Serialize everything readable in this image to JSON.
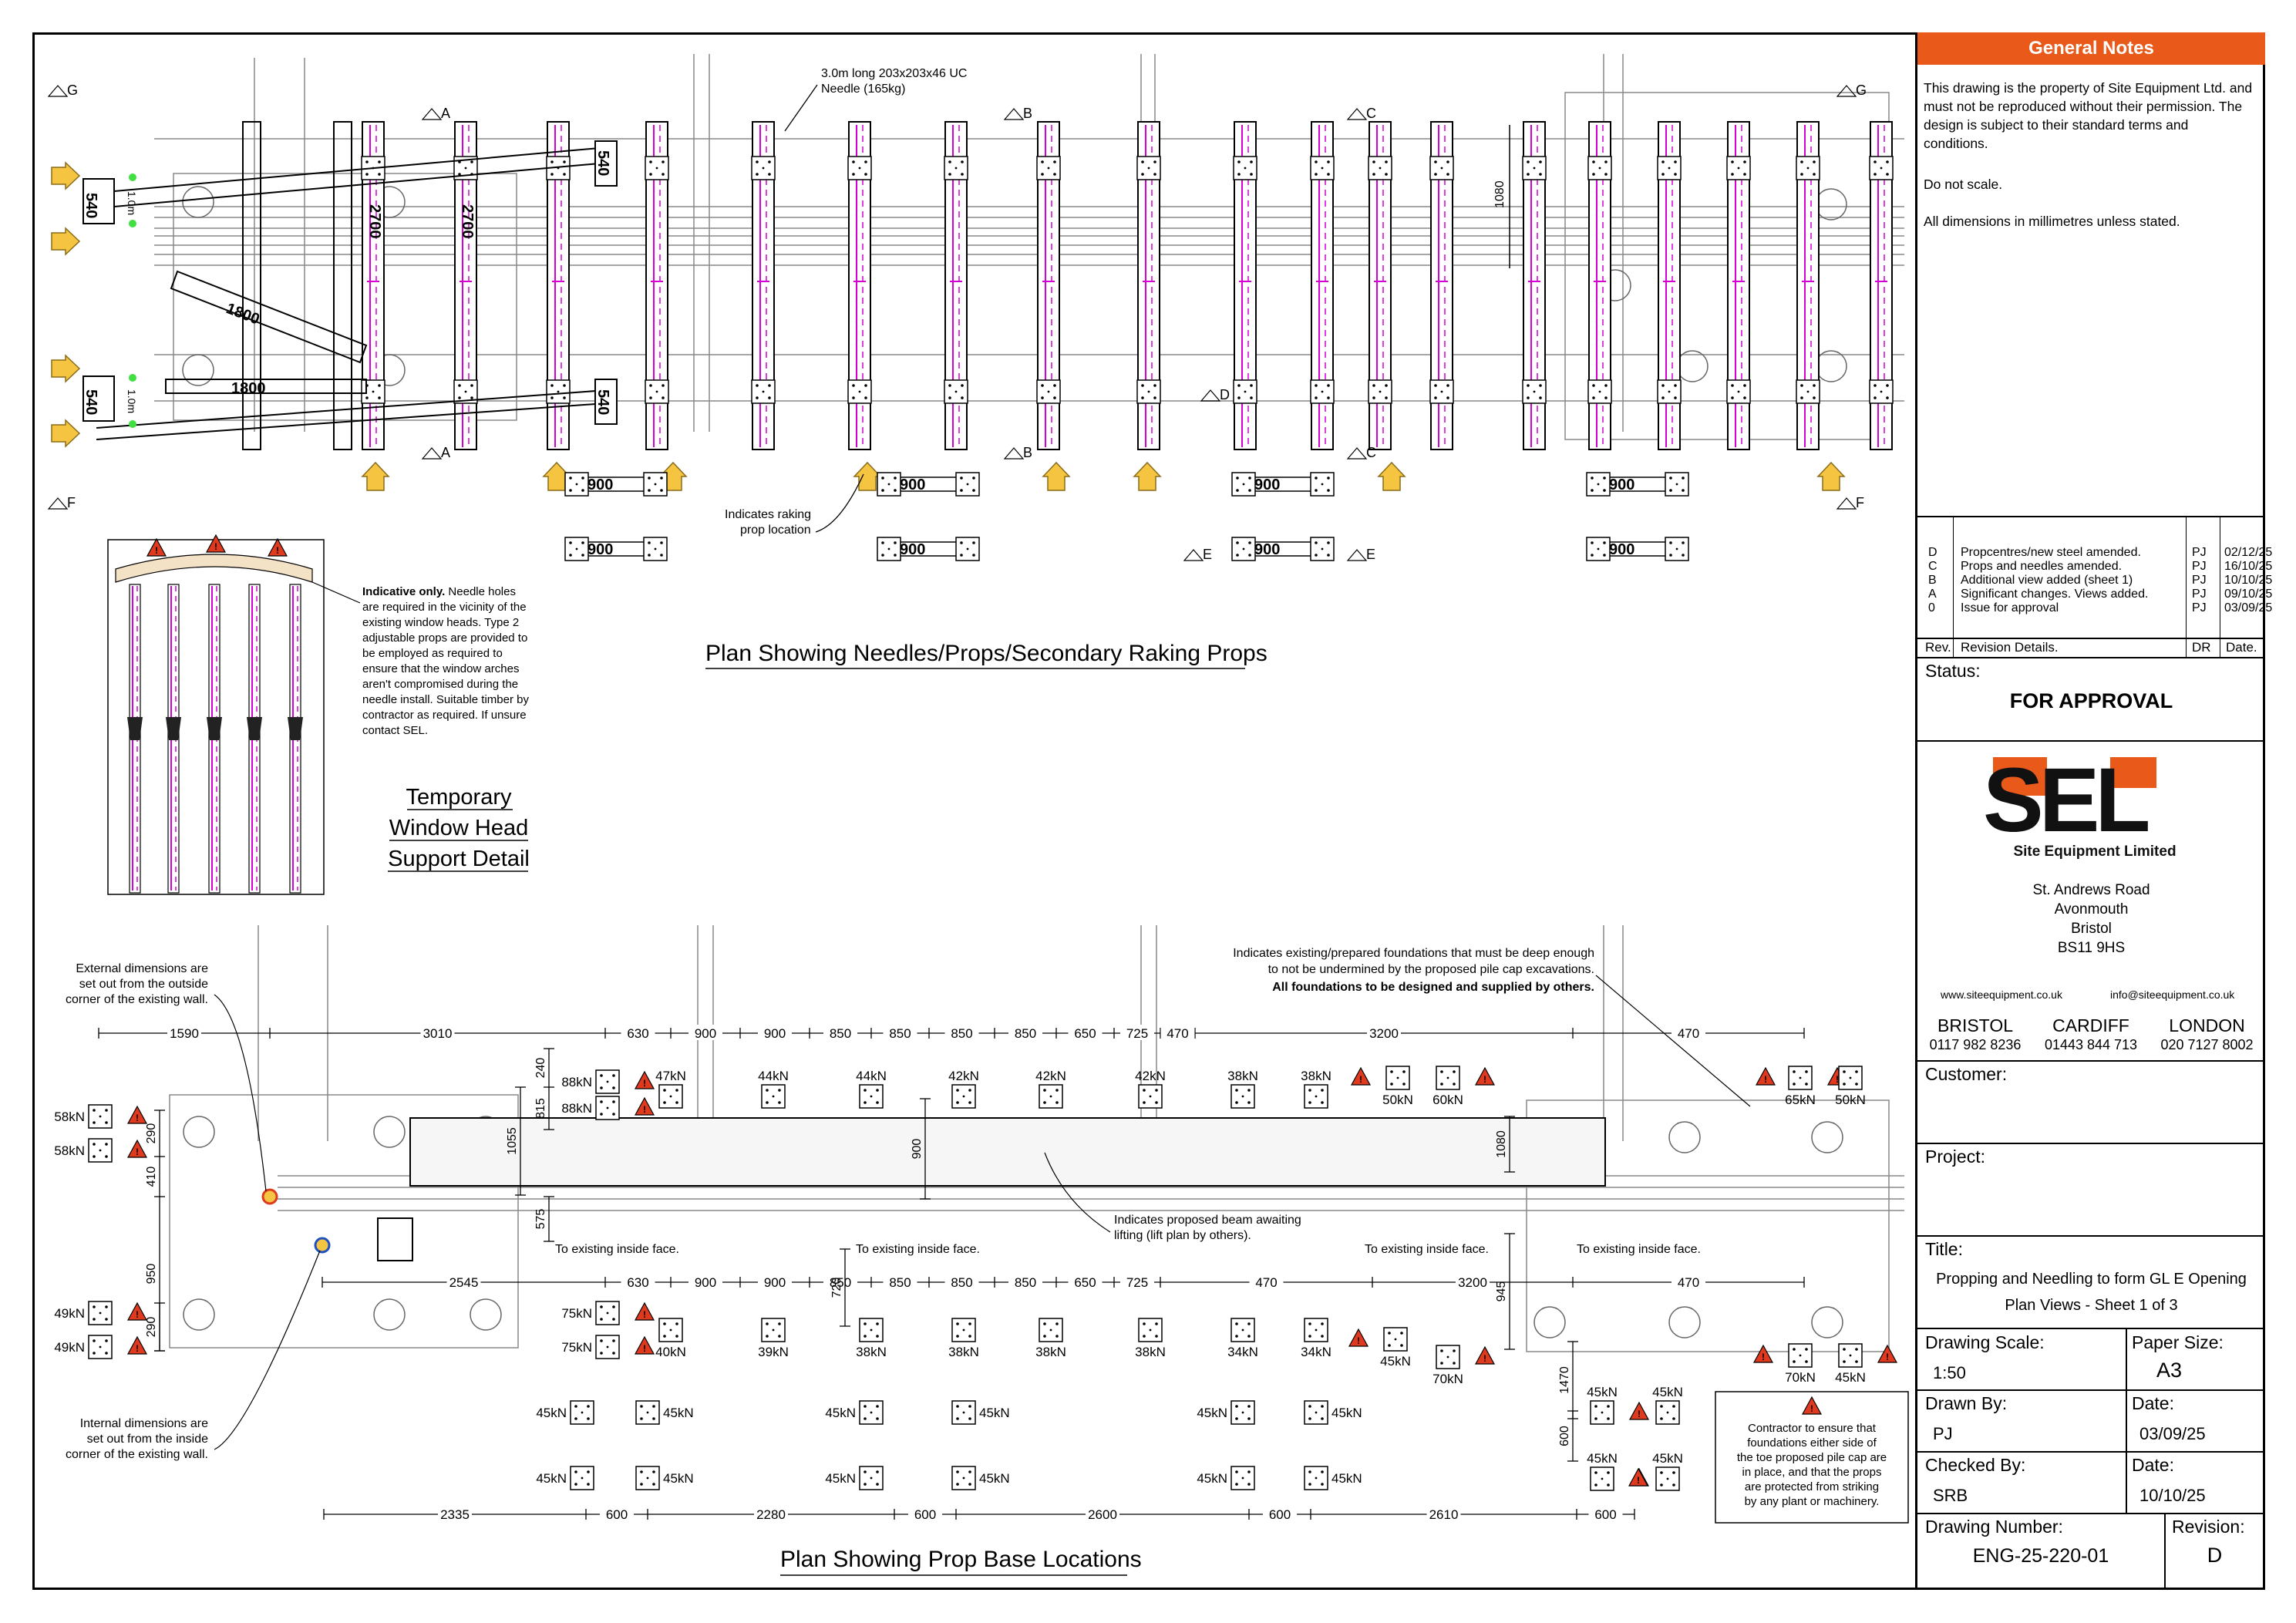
{
  "sections": {
    "plan_top_title": "Plan Showing Needles/Props/Secondary Raking Props",
    "plan_bottom_title": "Plan Showing Prop Base Locations",
    "detail_title": [
      "Temporary",
      "Window Head",
      "Support Detail"
    ]
  },
  "top_plan": {
    "needle_note": [
      "3.0m long 203x203x46 UC",
      "Needle (165kg)"
    ],
    "raking_note": [
      "Indicates raking",
      "prop location"
    ],
    "dim_1080": "1080",
    "dim_1m": "1.0m",
    "labels_540": "540",
    "labels_1800": "1800",
    "labels_2700": "2700",
    "labels_900": "900",
    "section_marks": [
      "A",
      "B",
      "C",
      "D",
      "E",
      "F",
      "G"
    ]
  },
  "detail_note": {
    "lead": "Indicative only.",
    "lines": [
      "Needle holes",
      "are required in the vicinity of the",
      "existing window heads. Type 2",
      "adjustable props are provided to",
      "be employed as required to",
      "ensure that the window arches",
      "aren't compromised during the",
      "needle install. Suitable timber by",
      "contractor as required. If unsure",
      "contact SEL."
    ]
  },
  "bottom_plan": {
    "ext_note": [
      "External dimensions are",
      "set out from the outside",
      "corner of the existing wall."
    ],
    "int_note": [
      "Internal dimensions are",
      "set out from the inside",
      "corner of the existing wall."
    ],
    "found_note": [
      "Indicates existing/prepared foundations that must be deep enough",
      "to not be undermined by the proposed pile cap excavations."
    ],
    "found_note_bold": "All foundations to be designed and supplied by others.",
    "beam_note": [
      "Indicates proposed beam awaiting",
      "lifting (lift plan by others)."
    ],
    "inside_face": "To existing inside face.",
    "contractor_note": [
      "Contractor to ensure that",
      "foundations either side of",
      "the toe proposed pile cap are",
      "in place, and that the props",
      "are protected from striking",
      "by any plant or machinery."
    ],
    "top_dims": [
      "1590",
      "3010",
      "630",
      "900",
      "900",
      "850",
      "850",
      "850",
      "850",
      "650",
      "725",
      "470",
      "3200",
      "470"
    ],
    "mid_dims": [
      "2545",
      "630",
      "900",
      "900",
      "850",
      "850",
      "850",
      "850",
      "650",
      "725",
      "470",
      "3200",
      "470"
    ],
    "bottom_dims": [
      "2335",
      "600",
      "2280",
      "600",
      "2600",
      "600",
      "2610",
      "600"
    ],
    "vert_dims": [
      "240",
      "815",
      "1055",
      "900",
      "1080",
      "575",
      "720",
      "945",
      "1470",
      "600",
      "290",
      "410",
      "950",
      "290"
    ],
    "loads_top": [
      "58kN",
      "58kN",
      "88kN",
      "88kN",
      "47kN",
      "44kN",
      "44kN",
      "42kN",
      "42kN",
      "42kN",
      "38kN",
      "38kN",
      "50kN",
      "60kN",
      "65kN",
      "50kN"
    ],
    "loads_mid": [
      "49kN",
      "49kN",
      "75kN",
      "75kN",
      "40kN",
      "39kN",
      "38kN",
      "38kN",
      "38kN",
      "38kN",
      "34kN",
      "34kN",
      "45kN",
      "70kN",
      "70kN",
      "45kN"
    ],
    "loads_low": [
      "45kN"
    ]
  },
  "title_block": {
    "notes_heading": "General Notes",
    "notes": [
      "This drawing is the property of Site Equipment Ltd. and must not be reproduced without their permission. The design is subject to their standard terms and conditions.",
      "Do not scale.",
      "All dimensions in millimetres unless stated."
    ],
    "revisions": [
      {
        "rev": "D",
        "details": "Propcentres/new steel amended.",
        "dr": "PJ",
        "date": "02/12/25"
      },
      {
        "rev": "C",
        "details": "Props and needles amended.",
        "dr": "PJ",
        "date": "16/10/25"
      },
      {
        "rev": "B",
        "details": "Additional view added (sheet 1)",
        "dr": "PJ",
        "date": "10/10/25"
      },
      {
        "rev": "A",
        "details": "Significant changes. Views added.",
        "dr": "PJ",
        "date": "09/10/25"
      },
      {
        "rev": "0",
        "details": "Issue for approval",
        "dr": "PJ",
        "date": "03/09/25"
      }
    ],
    "rev_headers": {
      "rev": "Rev.",
      "details": "Revision Details.",
      "dr": "DR",
      "date": "Date."
    },
    "status_label": "Status:",
    "status": "FOR APPROVAL",
    "logo_text": "SEL",
    "logo_sub": "Site Equipment Limited",
    "address": [
      "St. Andrews Road",
      "Avonmouth",
      "Bristol",
      "BS11 9HS"
    ],
    "web": "www.siteequipment.co.uk",
    "email": "info@siteequipment.co.uk",
    "offices": [
      {
        "city": "BRISTOL",
        "phone": "0117 982 8236"
      },
      {
        "city": "CARDIFF",
        "phone": "01443 844 713"
      },
      {
        "city": "LONDON",
        "phone": "020 7127 8002"
      }
    ],
    "customer_label": "Customer:",
    "project_label": "Project:",
    "title_label": "Title:",
    "title": [
      "Propping and Needling to form GL E Opening",
      "Plan Views - Sheet 1 of 3"
    ],
    "scale_label": "Drawing Scale:",
    "scale": "1:50",
    "paper_label": "Paper Size:",
    "paper": "A3",
    "drawn_label": "Drawn By:",
    "drawn": "PJ",
    "date_label": "Date:",
    "date": "03/09/25",
    "checked_label": "Checked By:",
    "checked": "SRB",
    "date2": "10/10/25",
    "number_label": "Drawing Number:",
    "number": "ENG-25-220-01",
    "revision_label": "Revision:",
    "revision": "D"
  },
  "colors": {
    "accent": "#e8591a",
    "magenta": "#d400d4",
    "prop_arrow": "#f5c542",
    "warning": "#e03a1e"
  }
}
